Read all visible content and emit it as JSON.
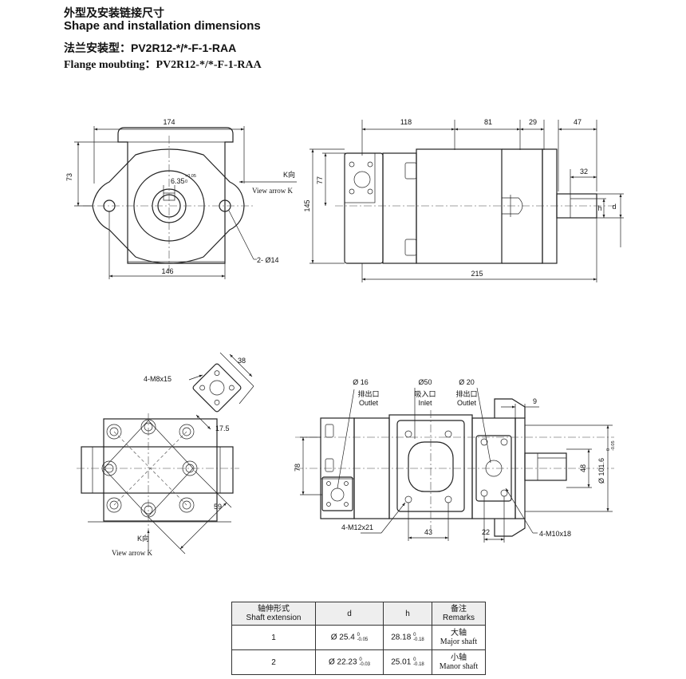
{
  "header": {
    "title_cn": "外型及安装链接尺寸",
    "title_en": "Shape and installation dimensions",
    "model_cn": "法兰安装型：PV2R12-*/*-F-1-RAA",
    "model_en": "Flange moubting：PV2R12-*/*-F-1-RAA"
  },
  "front_view": {
    "width": "174",
    "height": "73",
    "key": "6.35",
    "key_tol_up": "+0.05",
    "key_tol_dn": "0",
    "bolt_span": "146",
    "holes": "2- Ø14",
    "arrow_cn": "K向",
    "arrow_en": "View arrow K"
  },
  "side_view": {
    "d118": "118",
    "d81": "81",
    "d29": "29",
    "d47": "47",
    "d32": "32",
    "d77": "77",
    "d145": "145",
    "d215": "215",
    "h": "h",
    "d": "d"
  },
  "view_k": {
    "thread_small": "4-M8x15",
    "d38": "38",
    "d17": "17.5",
    "d59": "59",
    "arrow_cn": "K向",
    "arrow_en": "View arrow K"
  },
  "top_view": {
    "outlet1_dia": "Ø 16",
    "outlet1_cn": "排出口",
    "outlet1_en": "Outlet",
    "inlet_dia": "Ø50",
    "inlet_cn": "吸入口",
    "inlet_en": "Inlet",
    "outlet2_dia": "Ø 20",
    "outlet2_cn": "排出口",
    "outlet2_en": "Outlet",
    "d9": "9",
    "d78": "78",
    "d48": "48",
    "pilot": "Ø 101.6",
    "pilot_tol_up": "0",
    "pilot_tol_dn": "-0.05",
    "thread_inlet": "4-M12x21",
    "d43": "43",
    "d22": "22",
    "thread_outlet": "4-M10x18"
  },
  "table": {
    "headers": [
      {
        "cn": "轴伸形式",
        "en": "Shaft extension"
      },
      {
        "cn": "",
        "en": "d"
      },
      {
        "cn": "",
        "en": "h"
      },
      {
        "cn": "备注",
        "en": "Remarks"
      }
    ],
    "rows": [
      {
        "n": "1",
        "d": "Ø 25.4",
        "d_up": "0",
        "d_dn": "-0.05",
        "h": "28.18",
        "h_up": "0",
        "h_dn": "-0.18",
        "r_cn": "大轴",
        "r_en": "Major shaft"
      },
      {
        "n": "2",
        "d": "Ø 22.23",
        "d_up": "0",
        "d_dn": "-0.03",
        "h": "25.01",
        "h_up": "0",
        "h_dn": "-0.18",
        "r_cn": "小轴",
        "r_en": "Manor shaft"
      }
    ]
  }
}
